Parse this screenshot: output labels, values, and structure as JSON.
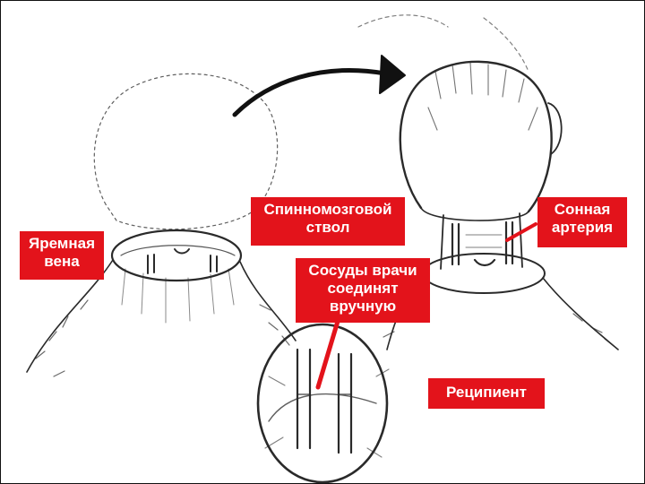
{
  "labels": {
    "spinal": [
      "Спинномозговой",
      "ствол"
    ],
    "jugular": [
      "Яремная",
      "вена"
    ],
    "carotid": [
      "Сонная",
      "артерия"
    ],
    "vessels": [
      "Сосуды врачи",
      "соединят",
      "вручную"
    ],
    "recipient": "Реципиент"
  },
  "colors": {
    "label_bg": "#e3131b",
    "label_text": "#ffffff",
    "ink": "#2a2a2a",
    "frame": "#111111"
  }
}
